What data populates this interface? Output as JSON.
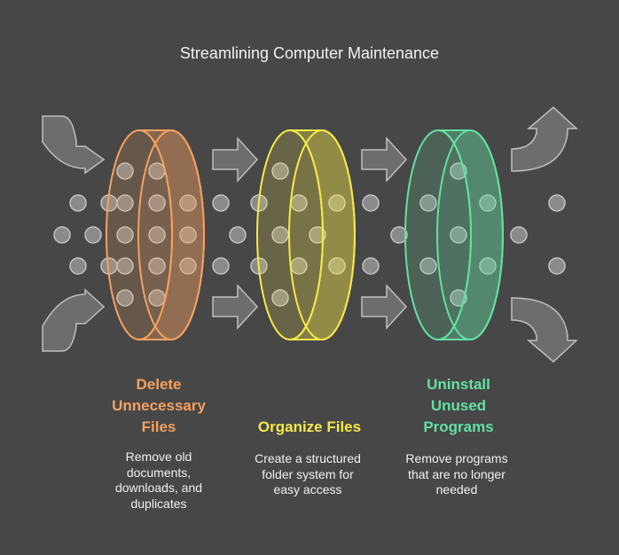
{
  "title": "Streamlining Computer Maintenance",
  "colors": {
    "background": "#474747",
    "arrow_fill": "#6d6d6d",
    "arrow_stroke": "#bfbfbf",
    "dot_fill": "#8a8a8a",
    "dot_stroke": "#c4c4c4"
  },
  "steps": [
    {
      "title_lines": [
        "Delete",
        "Unnecessary",
        "Files"
      ],
      "description_lines": [
        "Remove old",
        "documents,",
        "downloads, and",
        "duplicates"
      ],
      "color": "#f5a15f"
    },
    {
      "title_lines": [
        "Organize Files"
      ],
      "description_lines": [
        "Create a structured",
        "folder system for",
        "easy access"
      ],
      "color": "#f7e84a"
    },
    {
      "title_lines": [
        "Uninstall",
        "Unused",
        "Programs"
      ],
      "description_lines": [
        "Remove programs",
        "that are no longer",
        "needed"
      ],
      "color": "#63e0a3"
    }
  ]
}
